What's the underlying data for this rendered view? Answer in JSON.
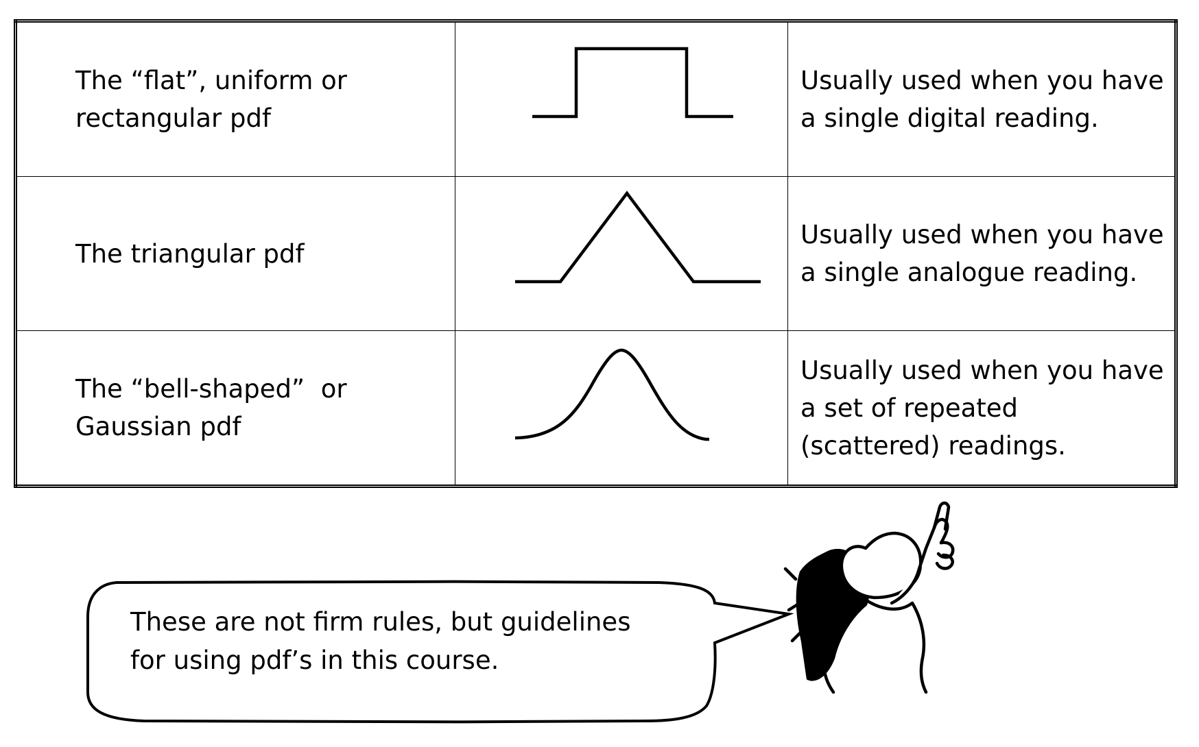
{
  "rows": [
    {
      "name_lines": [
        "The “flat”, uniform or",
        "rectangular pdf"
      ],
      "shape_icon": "rectangular-pdf-icon",
      "use_lines": [
        "Usually used when you have",
        "a single digital reading."
      ]
    },
    {
      "name_lines": [
        "The triangular pdf"
      ],
      "shape_icon": "triangular-pdf-icon",
      "use_lines": [
        "Usually used when you have",
        "a single analogue reading."
      ]
    },
    {
      "name_lines": [
        "The “bell-shaped”  or",
        "Gaussian pdf"
      ],
      "shape_icon": "gaussian-pdf-icon",
      "use_lines": [
        "Usually used when you have",
        "a set of repeated",
        "(scattered) readings."
      ]
    }
  ],
  "speech_bubble": {
    "lines": [
      "These are not firm rules, but guidelines",
      "for using pdf’s in this course."
    ]
  },
  "character_icon": "pointing-cartoon-character-icon"
}
